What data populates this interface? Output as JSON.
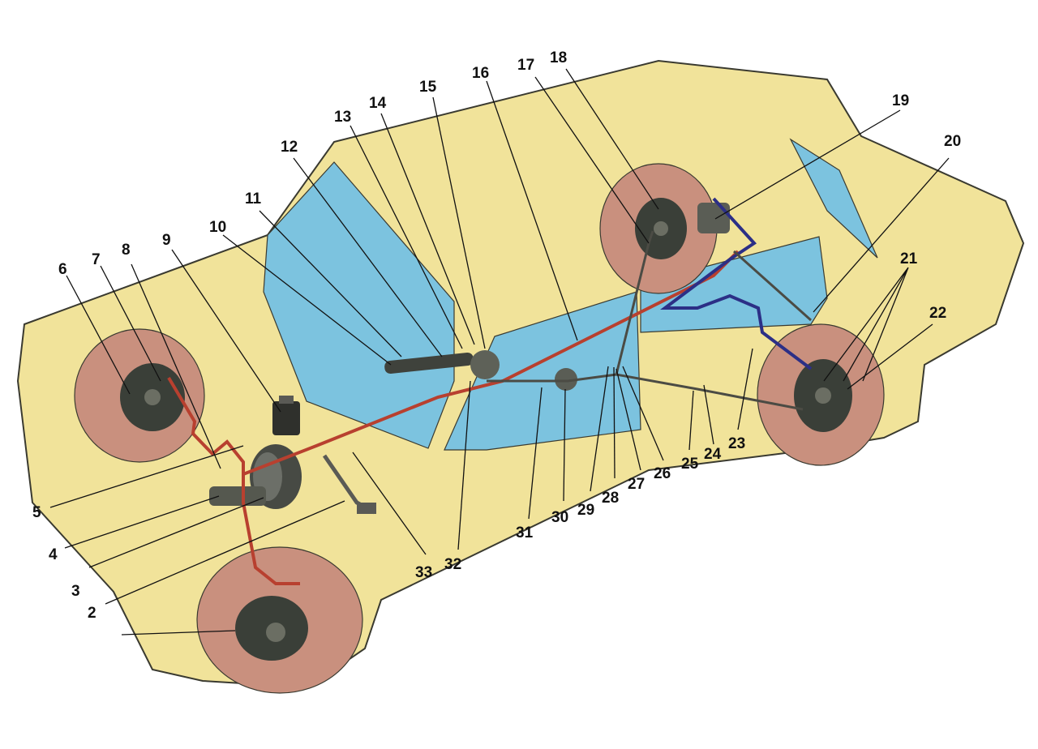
{
  "colors": {
    "body": "#f1e39a",
    "body_outline": "#3a3a30",
    "glass": "#7cc3df",
    "tire": "#c9907e",
    "hub": "#3a3f38",
    "brake_line_front": "#b8402f",
    "brake_line_rear": "#2c2f86",
    "cable": "#4b4b44",
    "text": "#111111"
  },
  "callouts": [
    "2",
    "3",
    "4",
    "5",
    "6",
    "7",
    "8",
    "9",
    "10",
    "11",
    "12",
    "13",
    "14",
    "15",
    "16",
    "17",
    "18",
    "19",
    "20",
    "21",
    "22",
    "23",
    "24",
    "25",
    "26",
    "27",
    "28",
    "29",
    "30",
    "31",
    "32",
    "33"
  ]
}
